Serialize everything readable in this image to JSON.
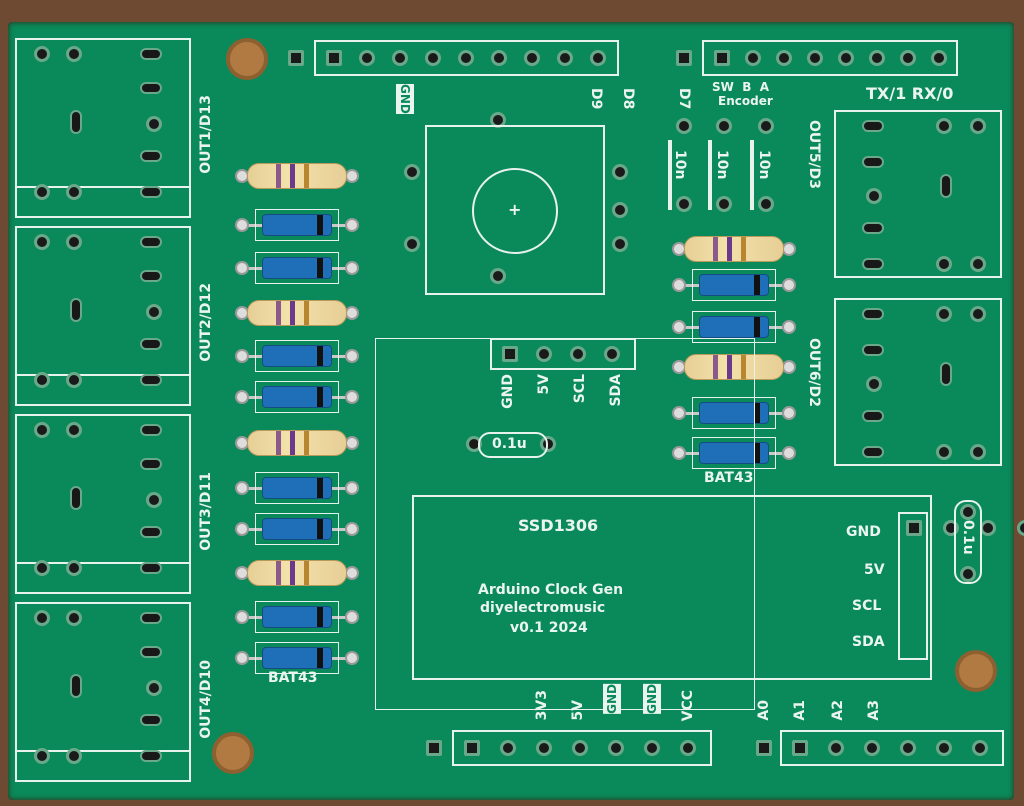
{
  "jacks_left": [
    "OUT1/D13",
    "OUT2/D12",
    "OUT3/D11",
    "OUT4/D10"
  ],
  "jacks_right": [
    "OUT5/D3",
    "OUT6/D2"
  ],
  "top_header": {
    "gnd": "GND",
    "d9": "D9",
    "d8": "D8",
    "d7": "D7"
  },
  "encoder": {
    "pins": "SW  B  A",
    "label": "Encoder",
    "plus": "+"
  },
  "serial": "TX/1 RX/0",
  "caps": [
    "10n",
    "10n",
    "10n"
  ],
  "i2c_center": [
    "GND",
    "5V",
    "SCL",
    "SDA"
  ],
  "cap_center": "0.1u",
  "diode_label_left": "BAT43",
  "diode_label_right": "BAT43",
  "oled": {
    "name": "SSD1306",
    "line1": "Arduino Clock Gen",
    "line2": "diyelectromusic",
    "line3": "v0.1 2024",
    "pins": [
      "GND",
      "5V",
      "SCL",
      "SDA"
    ]
  },
  "cap_right": "0.1u",
  "bottom_header": [
    "3V3",
    "5V",
    "GND",
    "GND",
    "VCC"
  ],
  "analog": [
    "A0",
    "A1",
    "A2",
    "A3"
  ]
}
